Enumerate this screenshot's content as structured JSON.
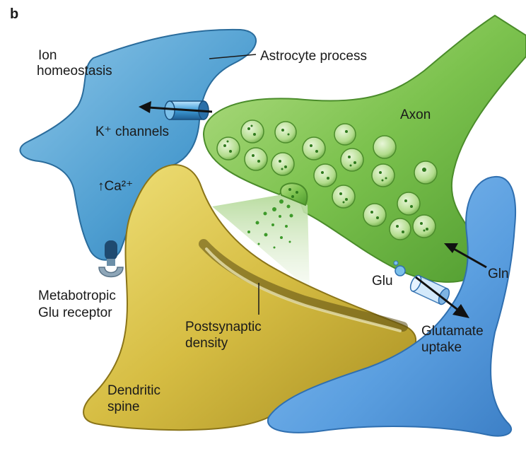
{
  "panel_letter": "b",
  "labels": {
    "ion_homeostasis_1": "Ion",
    "ion_homeostasis_2": "homeostasis",
    "astrocyte_process": "Astrocyte process",
    "axon": "Axon",
    "k_channels": "K⁺ channels",
    "calcium": "↑Ca²⁺",
    "metabotropic_1": "Metabotropic",
    "metabotropic_2": "Glu receptor",
    "glu": "Glu",
    "gln": "Gln",
    "postsynaptic_1": "Postsynaptic",
    "postsynaptic_2": "density",
    "glutamate_uptake_1": "Glutamate",
    "glutamate_uptake_2": "uptake",
    "dendritic_spine_1": "Dendritic",
    "dendritic_spine_2": "spine"
  },
  "colors": {
    "astrocyte": "#5aa6d6",
    "axon": "#7cc24e",
    "spine": "#d7c24a",
    "right_astrocyte": "#5b9fe0"
  }
}
